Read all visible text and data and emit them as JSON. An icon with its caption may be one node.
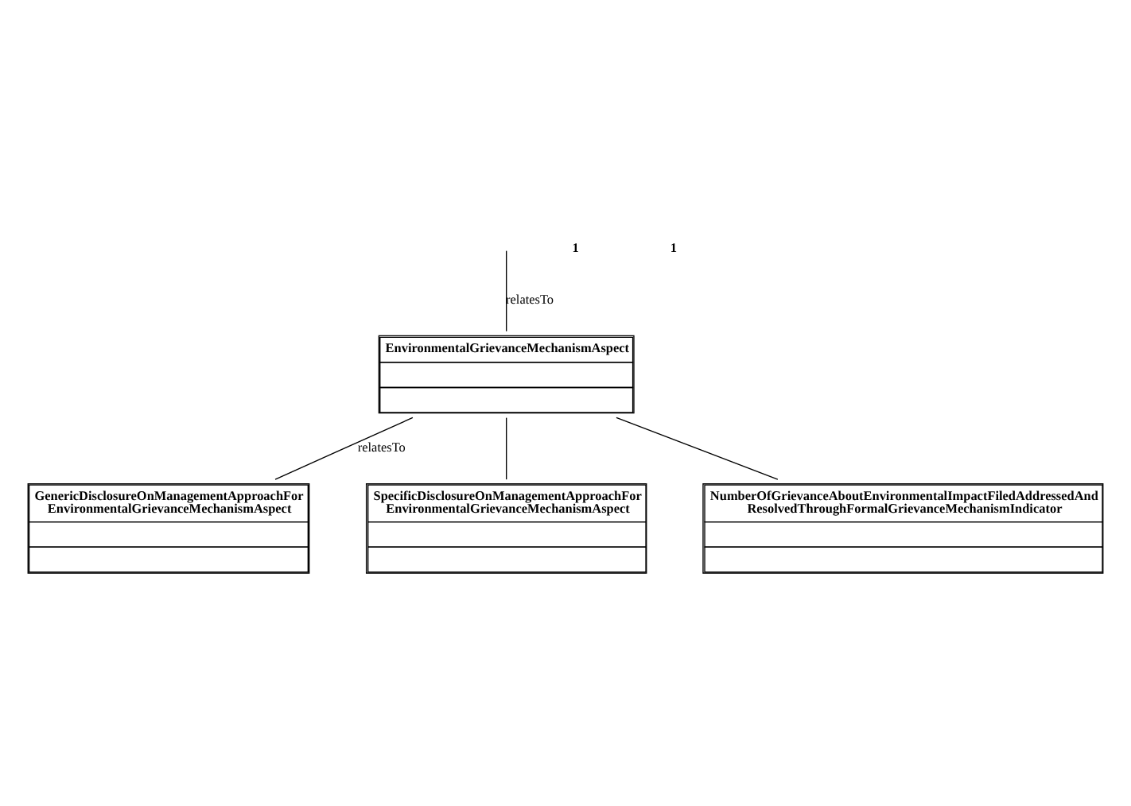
{
  "diagram": {
    "nodes": [
      {
        "text": [
          "EnvironmentalGrievanceMechanismAspect"
        ]
      },
      {
        "text": [
          "GenericDisclosureOnManagementApproachFor EnvironmentalGrievanceMechanismAspect"
        ]
      },
      {
        "text": [
          "SpecificDisclosureOnManagementApproachFor EnvironmentalGrievanceMechanismAspect"
        ]
      },
      {
        "text": [
          "NumberOfGrievanceAboutEnvironmentalImpactFiledAddressedAnd ResolvedThroughFormalGrievanceMechanismIndicator"
        ]
      }
    ],
    "edges": [
      {
        "from": null,
        "to": 0,
        "arrow": "none",
        "label": "relatesTo"
      },
      {
        "from": 0,
        "to": 1,
        "arrow": "none",
        "label": "relatesTo"
      },
      {
        "from": 0,
        "to": 2,
        "arrow": "none"
      },
      {
        "from": 0,
        "to": 3,
        "arrow": "none"
      }
    ],
    "labels": [
      "1",
      "1"
    ]
  }
}
